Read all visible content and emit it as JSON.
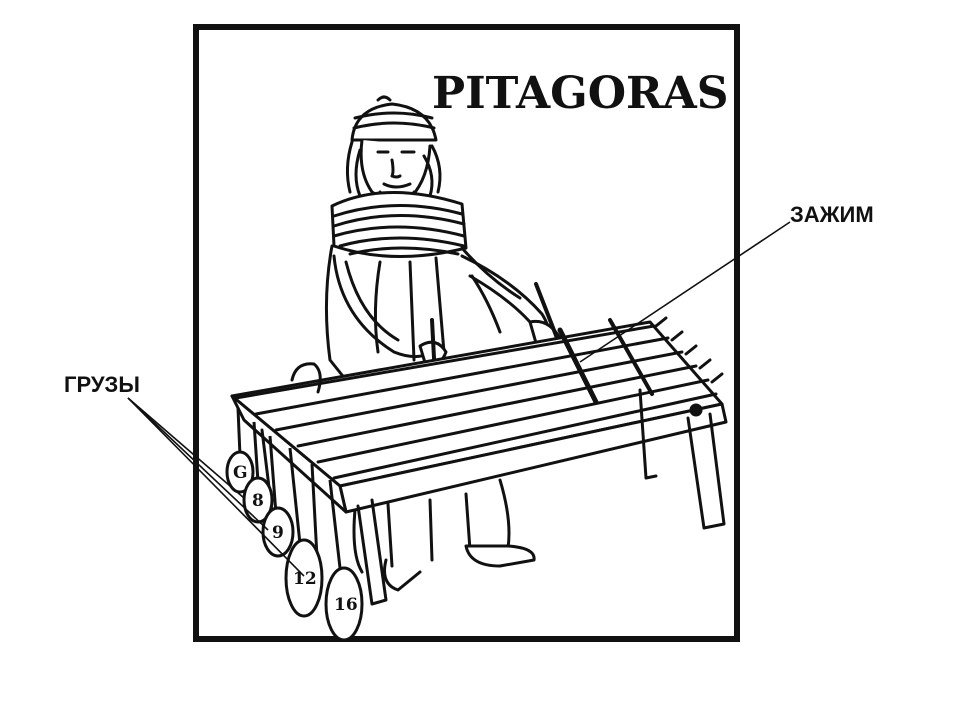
{
  "engraving": {
    "title": "PITAGORAS",
    "weights": [
      "G",
      "8",
      "9",
      "12",
      "16"
    ]
  },
  "callouts": {
    "clamp": "ЗАЖИМ",
    "weights": "ГРУЗЫ"
  },
  "colors": {
    "ink": "#111111",
    "paper": "#ffffff"
  }
}
